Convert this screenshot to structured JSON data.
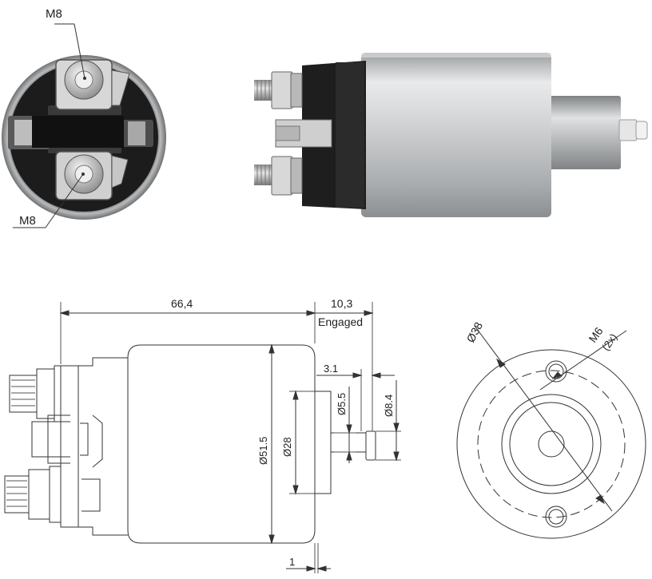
{
  "photo_end_view": {
    "top_terminal_label": "M8",
    "bottom_terminal_label": "M8"
  },
  "drawing_side_view": {
    "overall_length": "66,4",
    "plunger_stroke": "10,3",
    "stroke_state": "Engaged",
    "tip_length": "3.1",
    "plunger_diameter": "Ø5.5",
    "tip_diameter": "Ø8.4",
    "body_diameter": "Ø51.5",
    "boss_diameter": "Ø28",
    "flange_thickness": "1"
  },
  "drawing_end_view": {
    "bolt_circle": "Ø38",
    "mount_thread": "M6",
    "mount_count": "(2x)"
  },
  "colors": {
    "line": "#333333",
    "body_silver": "#c9cccf",
    "cap_black": "#1b1b1b",
    "brass": "#b7b7b7"
  }
}
